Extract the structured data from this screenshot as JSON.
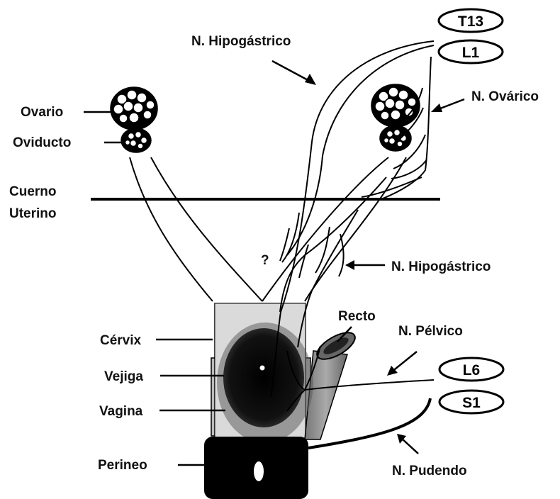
{
  "labels": {
    "n_hipogastrico_top": "N. Hipogástrico",
    "n_ovarico": "N. Ovárico",
    "ovario": "Ovario",
    "oviducto": "Oviducto",
    "cuerno_line1": "Cuerno",
    "cuerno_line2": "Uterino",
    "question": "?",
    "n_hipogastrico_mid": "N. Hipogástrico",
    "recto": "Recto",
    "n_pelvico": "N. Pélvico",
    "cervix": "Cérvix",
    "vejiga": "Vejiga",
    "vagina": "Vagina",
    "perineo": "Perineo",
    "n_pudendo": "N. Pudendo"
  },
  "segments": {
    "t13": "T13",
    "l1": "L1",
    "l6": "L6",
    "s1": "S1"
  }
}
